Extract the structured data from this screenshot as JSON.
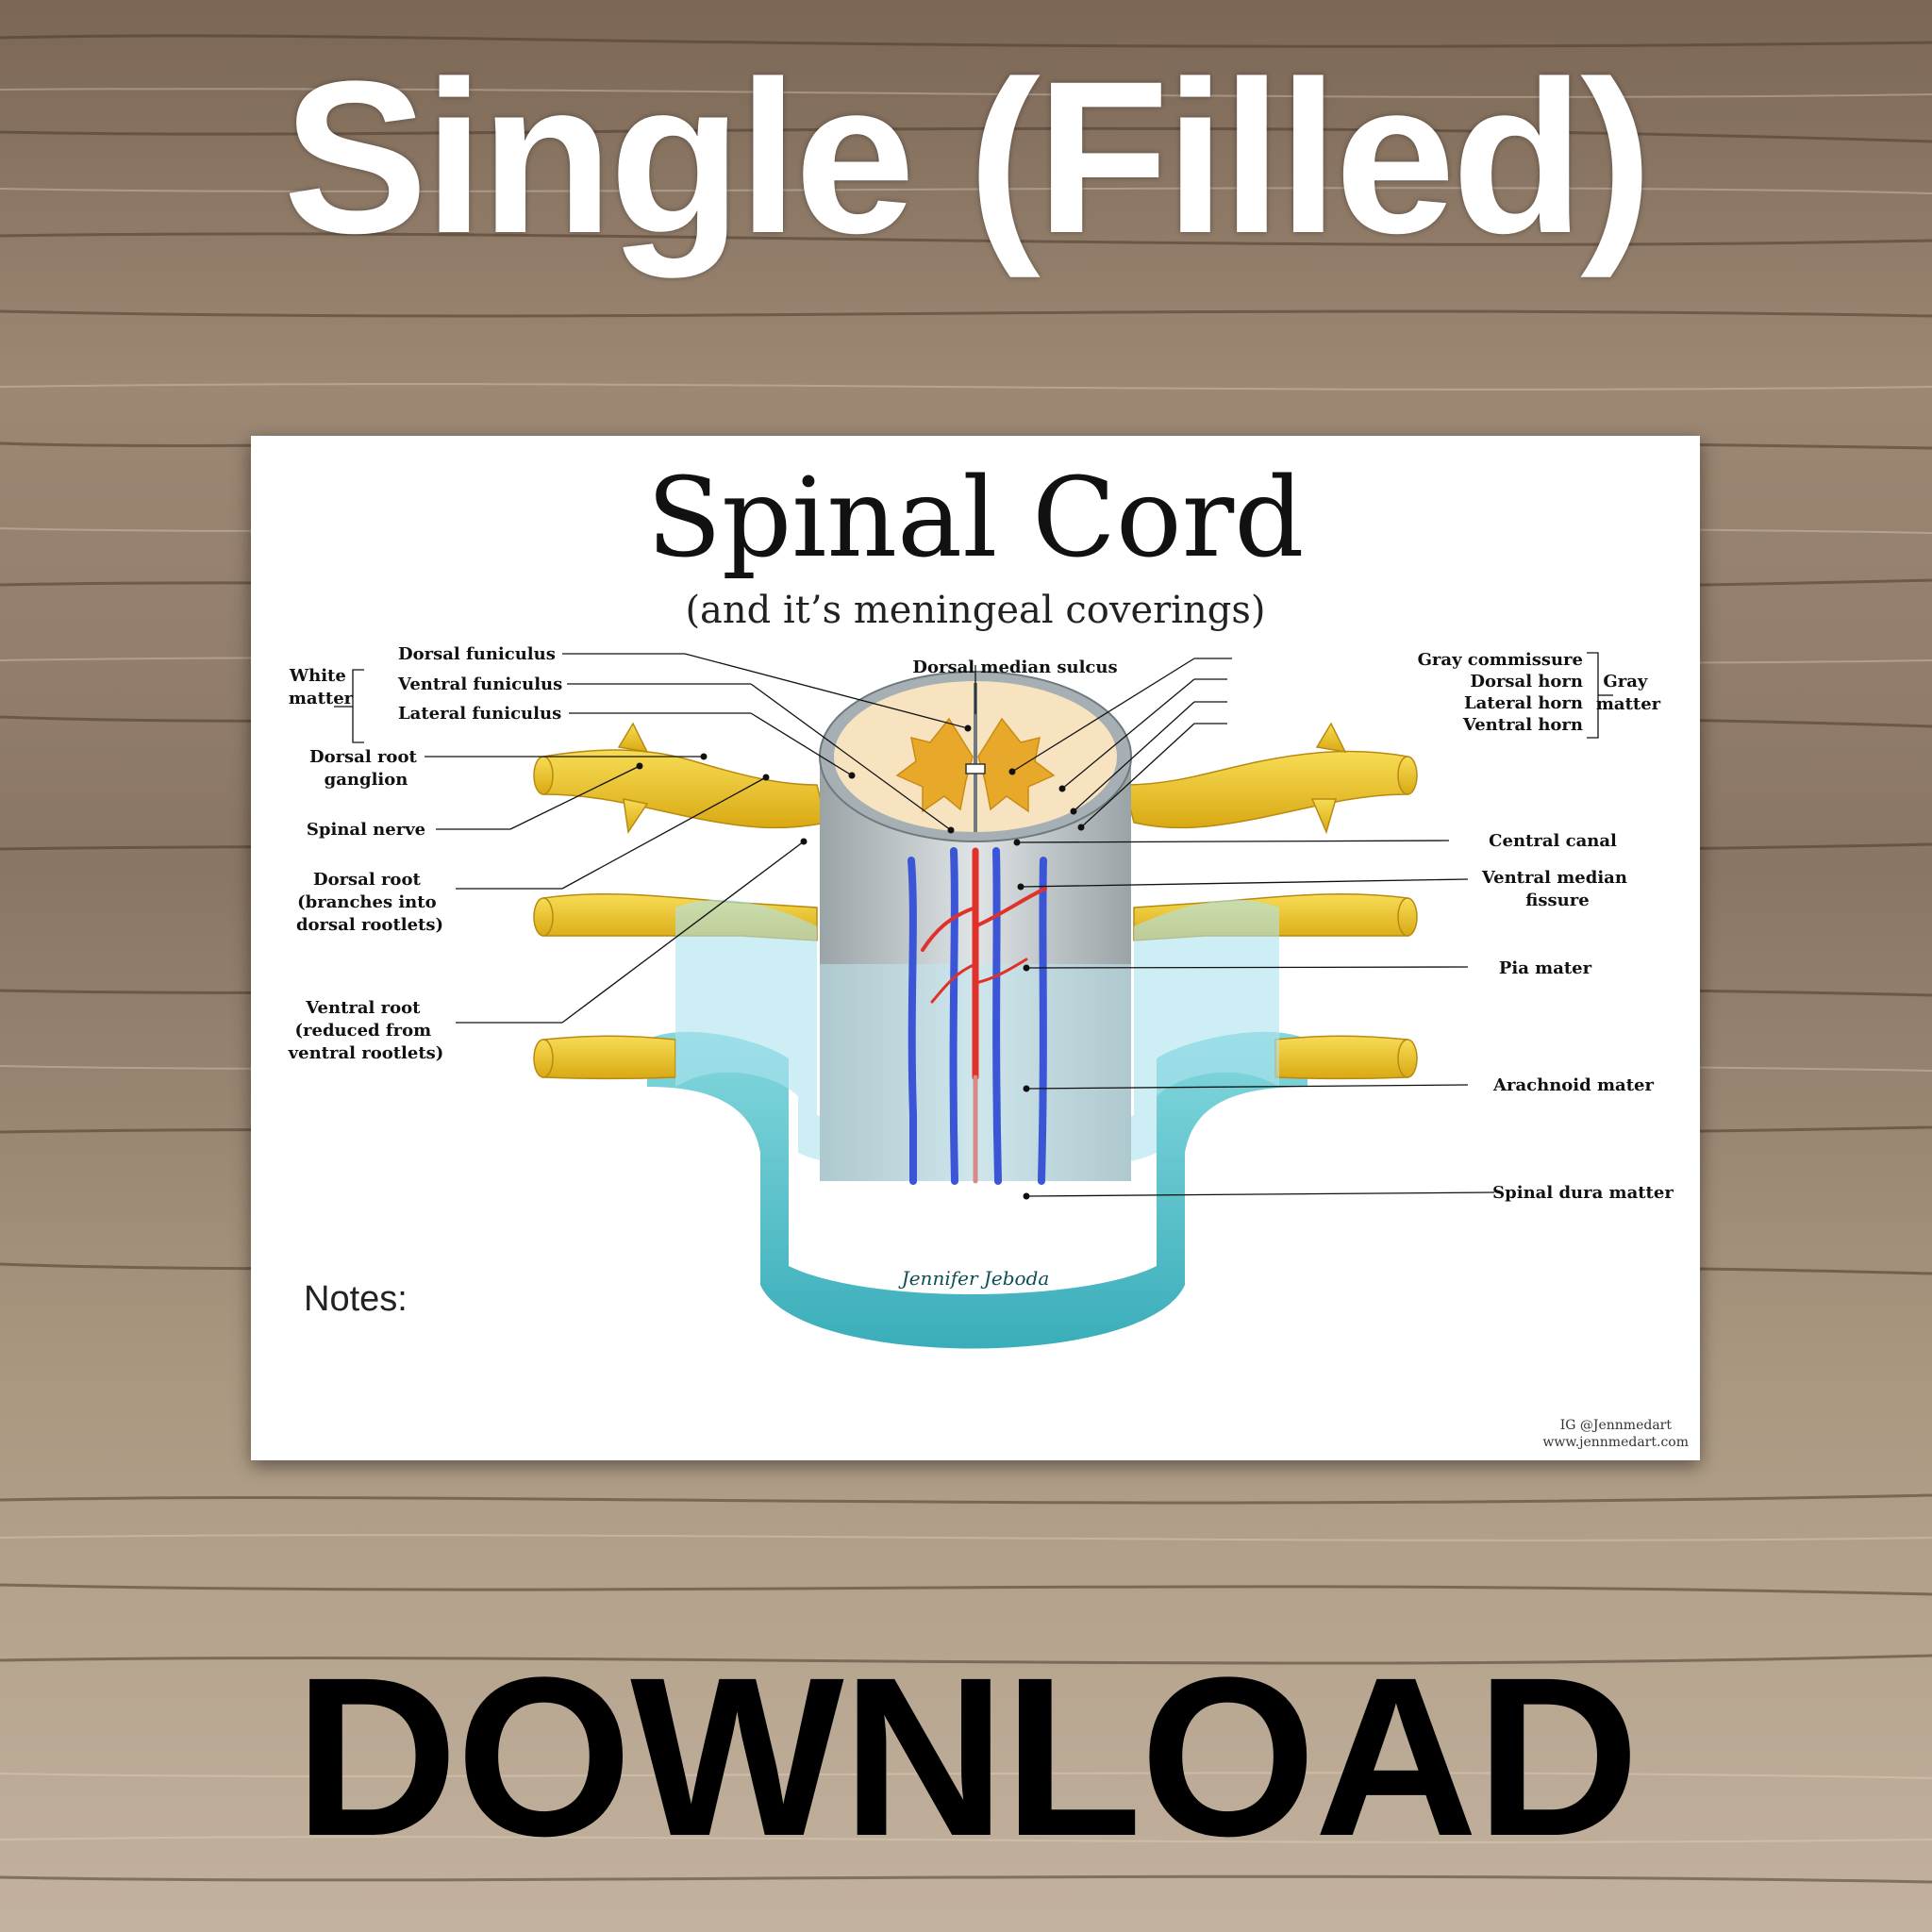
{
  "banner": {
    "top_text": "Single (Filled)",
    "bottom_text": "DOWNLOAD"
  },
  "sheet": {
    "title": "Spinal Cord",
    "subtitle": "(and it’s meningeal coverings)",
    "notes_label": "Notes:",
    "credit_ig": "IG @Jennmedart",
    "credit_web": "www.jennmedart.com",
    "signature": "Jennifer Jeboda"
  },
  "labels": {
    "white_matter": [
      "White",
      "matter"
    ],
    "gray_matter": [
      "Gray",
      "matter"
    ],
    "dorsal_funiculus": "Dorsal funiculus",
    "ventral_funiculus": "Ventral funiculus",
    "lateral_funiculus": "Lateral funiculus",
    "dorsal_root_ganglion": [
      "Dorsal root",
      "ganglion"
    ],
    "spinal_nerve": "Spinal nerve",
    "dorsal_root": [
      "Dorsal root",
      "(branches into",
      "dorsal rootlets)"
    ],
    "ventral_root": [
      "Ventral root",
      "(reduced from",
      "ventral rootlets)"
    ],
    "dorsal_median_sulcus": "Dorsal median sulcus",
    "gray_commissure": "Gray commissure",
    "dorsal_horn": "Dorsal horn",
    "lateral_horn": "Lateral horn",
    "ventral_horn": "Ventral horn",
    "central_canal": "Central canal",
    "ventral_median_fissure": [
      "Ventral median",
      "fissure"
    ],
    "pia_mater": "Pia mater",
    "arachnoid_mater": "Arachnoid mater",
    "spinal_dura_matter": "Spinal dura matter"
  },
  "colors": {
    "wood_light": "#b7a48f",
    "wood_dark": "#5e4a3a",
    "nerve_yellow": "#f2cf2a",
    "gray_matter": "#e8a92a",
    "white_matter": "#f7e3bf",
    "pia_blue": "#aee3ef",
    "dura_teal": "#4fc3cd",
    "vein_blue": "#3a55d6",
    "artery_red": "#e0322a"
  }
}
